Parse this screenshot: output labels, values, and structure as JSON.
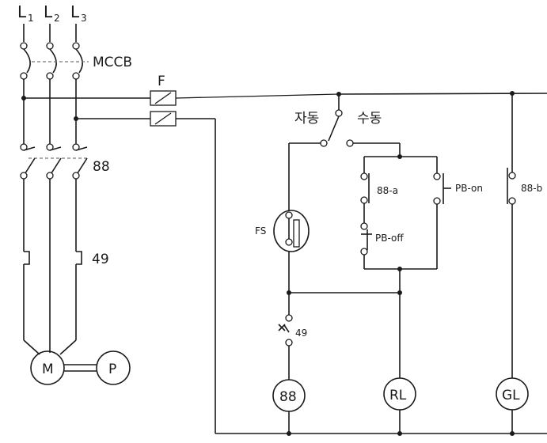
{
  "labels": {
    "l1": "L",
    "l1_sub": "1",
    "l2": "L",
    "l2_sub": "2",
    "l3": "L",
    "l3_sub": "3",
    "mccb": "MCCB",
    "fuse": "F",
    "contactor_main": "88",
    "overload_main": "49",
    "motor": "M",
    "pump": "P",
    "auto": "자동",
    "manual": "수동",
    "float_switch": "FS",
    "aux_a": "88-a",
    "pb_on": "PB-on",
    "pb_off": "PB-off",
    "aux_b": "88-b",
    "overload_ctrl": "49",
    "coil": "88",
    "red_lamp": "RL",
    "green_lamp": "GL"
  }
}
